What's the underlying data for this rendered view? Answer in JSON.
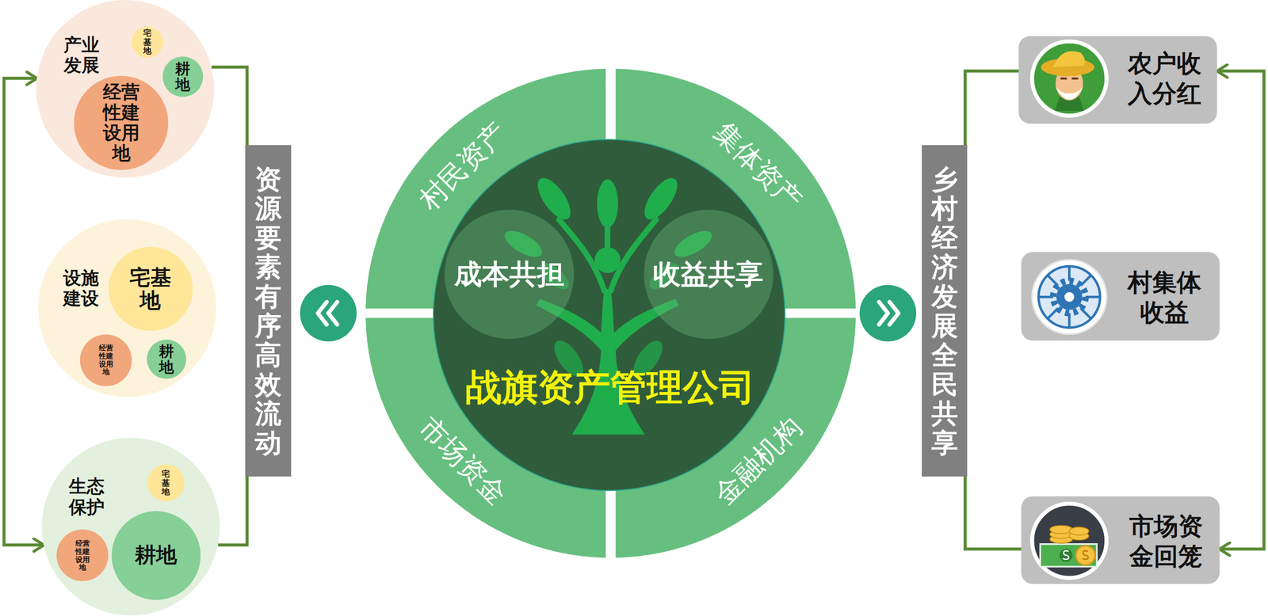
{
  "diagram": {
    "nodes": [
      {
        "text": [
          "产业发展"
        ]
      },
      {
        "text": [
          "宅基地"
        ],
        "in": 0
      },
      {
        "text": [
          "耕地"
        ],
        "in": 0
      },
      {
        "text": [
          "经营性建设用地"
        ],
        "in": 0
      },
      {
        "text": [
          "设施建设"
        ]
      },
      {
        "text": [
          "宅基地"
        ],
        "in": 4
      },
      {
        "text": [
          "经营性建设用地"
        ],
        "in": 4
      },
      {
        "text": [
          "耕地"
        ],
        "in": 4
      },
      {
        "text": [
          "生态保护"
        ]
      },
      {
        "text": [
          "宅基地"
        ],
        "in": 8
      },
      {
        "text": [
          "经营性建设用地"
        ],
        "in": 8
      },
      {
        "text": [
          "耕地"
        ],
        "in": 8
      },
      {
        "text": [
          "资源要素有序高效流动"
        ]
      },
      {
        "text": [
          "村民资产"
        ]
      },
      {
        "text": [
          "集体资产"
        ]
      },
      {
        "text": [
          "战旗资产管理公司"
        ]
      },
      {
        "text": [
          "成本共担"
        ],
        "in": 15
      },
      {
        "text": [
          "收益共享"
        ],
        "in": 15
      },
      {
        "text": [
          "市场资金"
        ]
      },
      {
        "text": [
          "金融机构"
        ]
      },
      {
        "text": [
          "乡村经济发展全民共享"
        ]
      },
      {
        "text": [
          "农户收入分红"
        ]
      },
      {
        "text": [
          "村集体收益"
        ]
      },
      {
        "text": [
          "市场资金回笼"
        ]
      }
    ],
    "edges": [
      {
        "from": 12,
        "to": 0,
        "arrow": "none"
      },
      {
        "from": 12,
        "to": 8,
        "arrow": "none"
      },
      {
        "from": 0,
        "to": 8,
        "arrow": "both"
      },
      {
        "from": 20,
        "to": 21,
        "arrow": "none"
      },
      {
        "from": 20,
        "to": 23,
        "arrow": "none"
      },
      {
        "from": 21,
        "to": 23,
        "arrow": "both"
      }
    ]
  }
}
